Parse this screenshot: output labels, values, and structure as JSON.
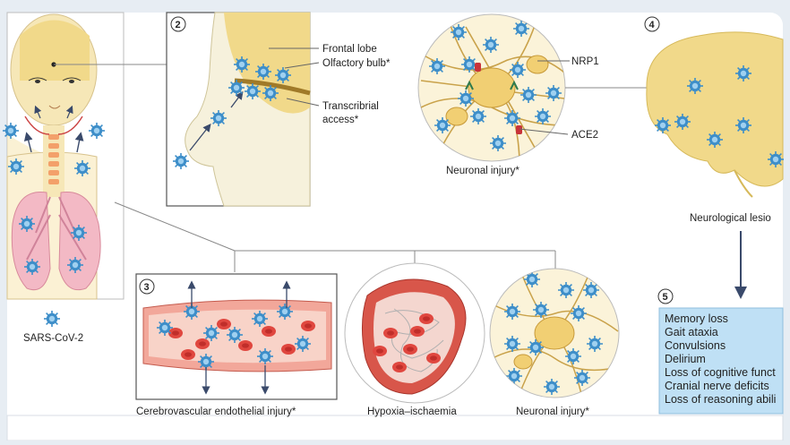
{
  "panel_numbers": [
    "2",
    "3",
    "4",
    "5"
  ],
  "labels": {
    "frontal_lobe": "Frontal lobe",
    "olfactory_bulb": "Olfactory bulb*",
    "transcribrial_1": "Transcribrial",
    "transcribrial_2": "access*",
    "nrp1": "NRP1",
    "ace2": "ACE2",
    "neuronal_injury_top": "Neuronal injury*",
    "neurological_lesion": "Neurological lesio",
    "sars_cov_2": "SARS-CoV-2",
    "cerebrovascular": "Cerebrovascular endothelial injury*",
    "hypoxia": "Hypoxia–ischaemia",
    "neuronal_injury_bottom": "Neuronal injury*"
  },
  "symptoms": [
    "Memory loss",
    "Gait ataxia",
    "Convulsions",
    "Delirium",
    "Loss of cognitive funct",
    "Cranial nerve deficits",
    "Loss of reasoning abili"
  ],
  "colors": {
    "skin": "#f6e7b7",
    "brain": "#f1d98a",
    "lung": "#f3b9c5",
    "vessel": "#e26a5d",
    "virus": "#3d8ec9",
    "symptom_box": "#bfe0f5",
    "arrow": "#3a4a6b"
  }
}
